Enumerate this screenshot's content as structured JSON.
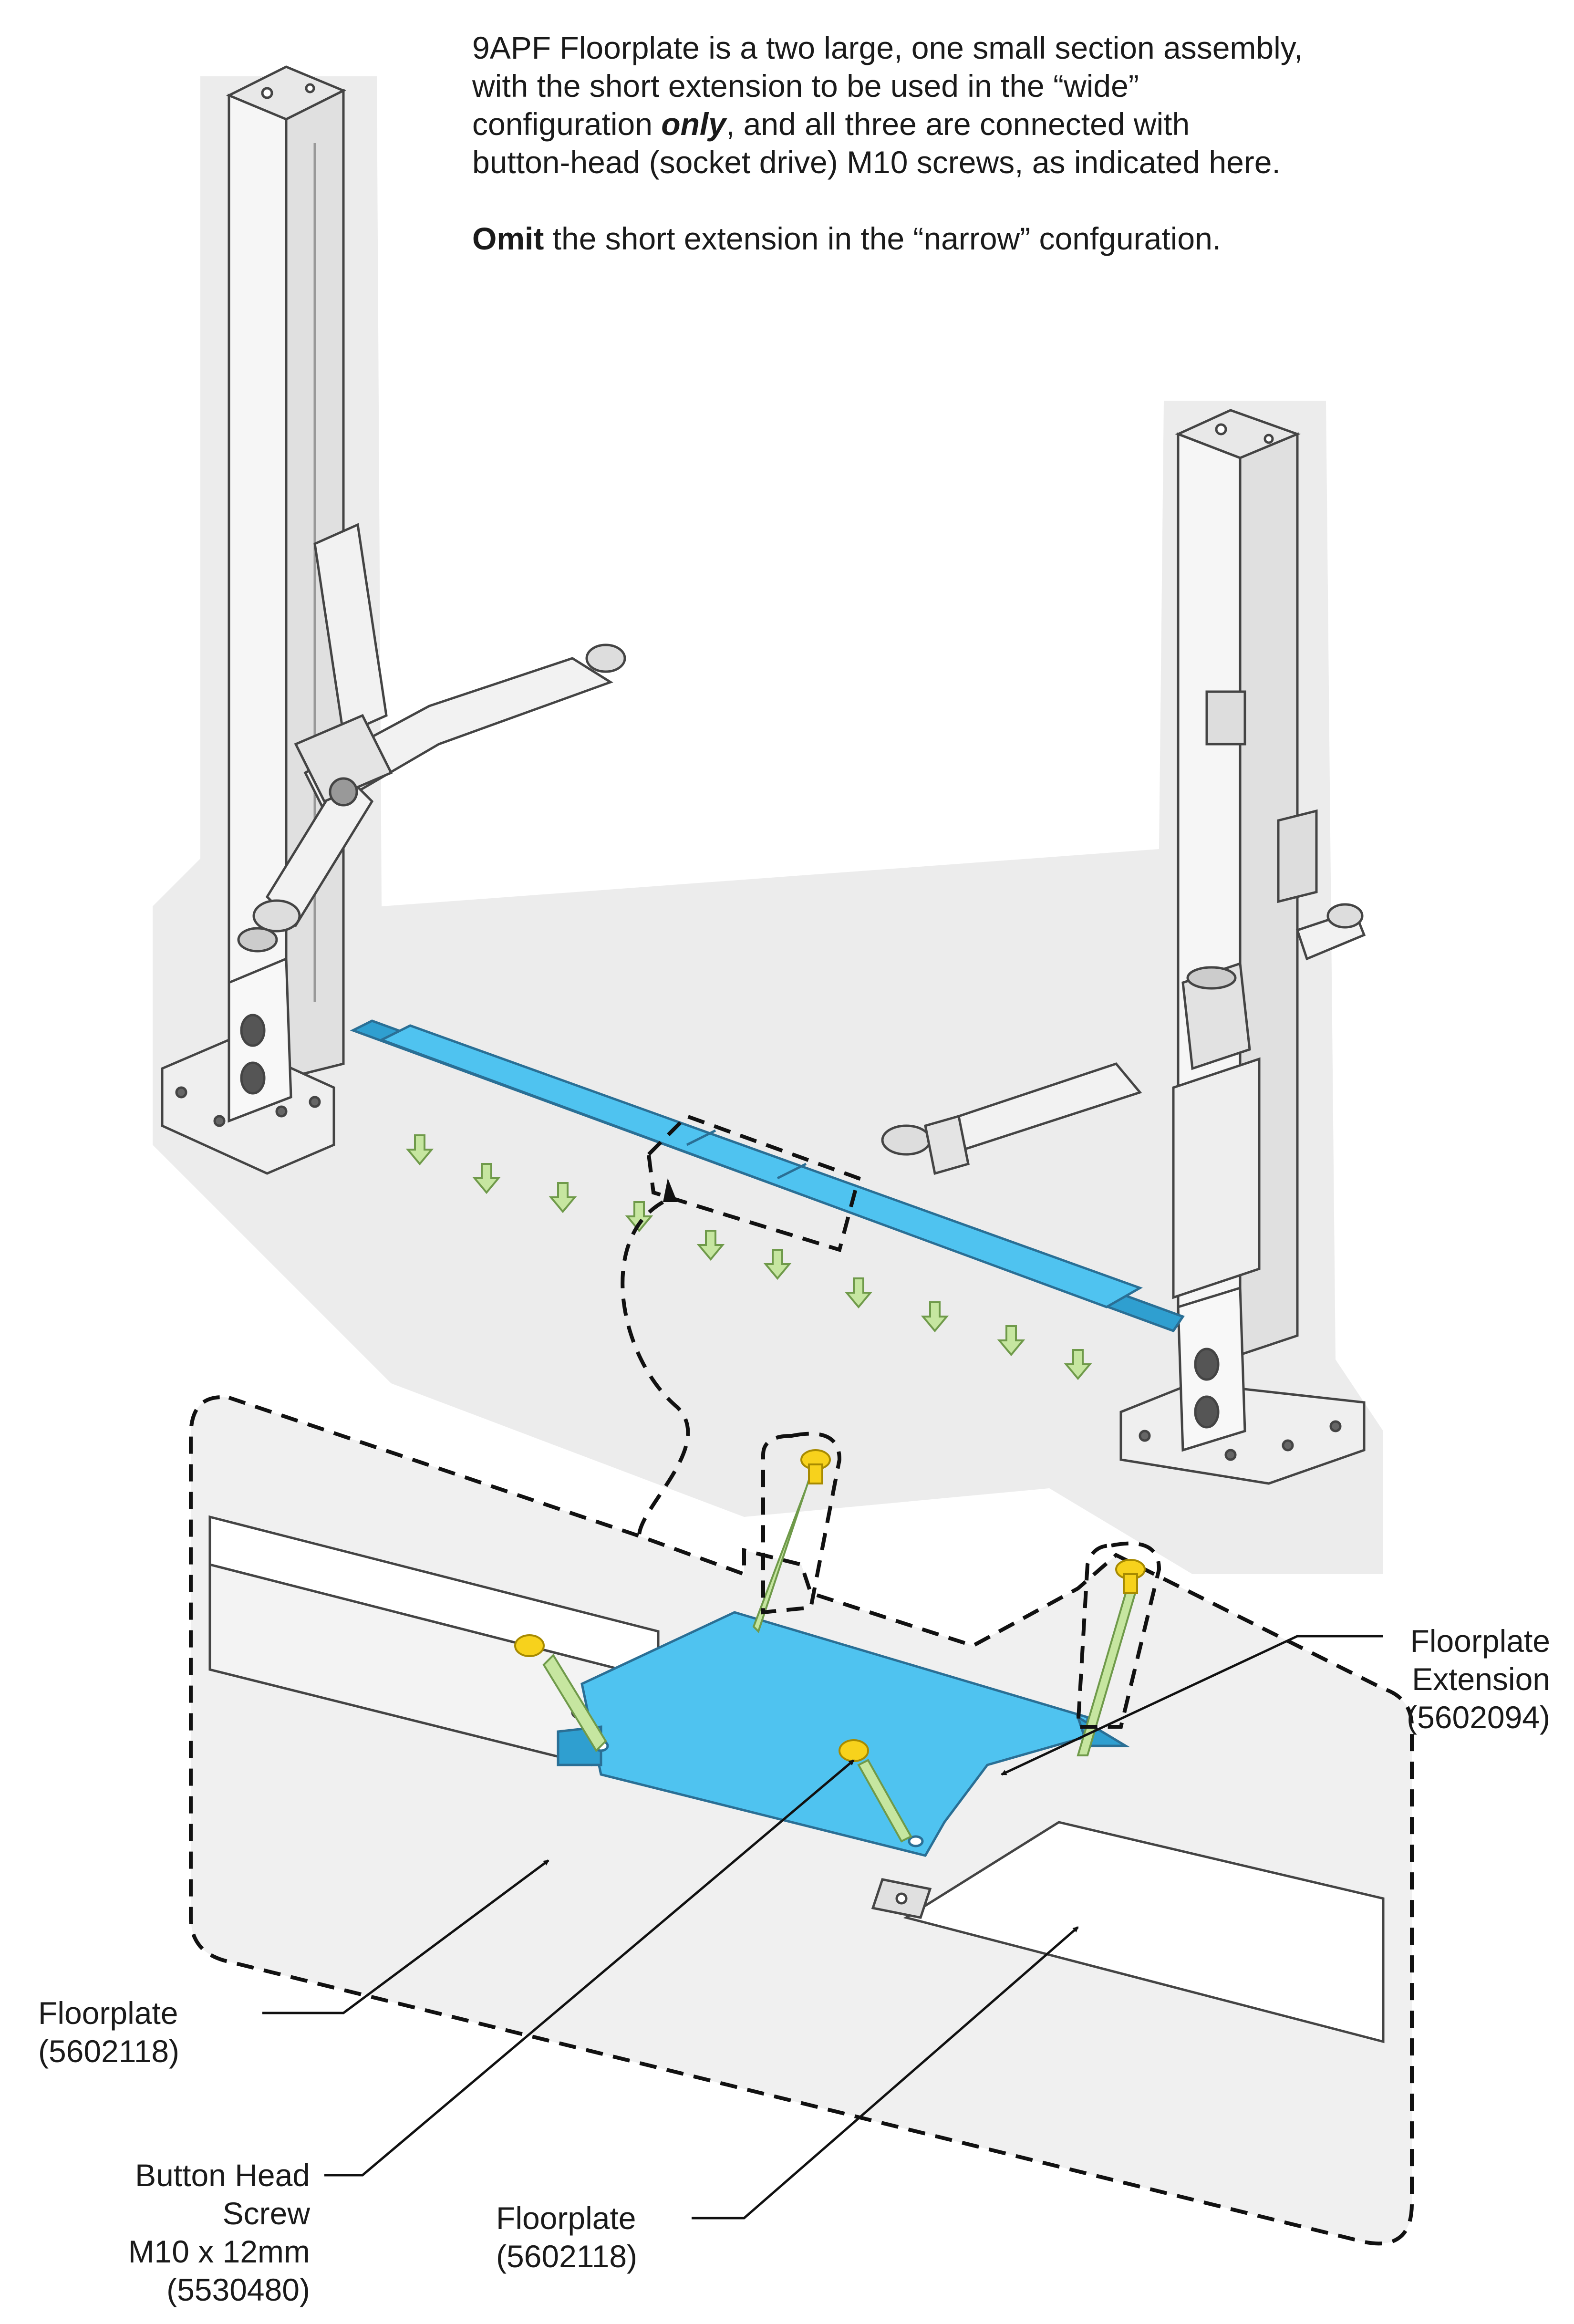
{
  "intro": {
    "line1": "9APF Floorplate is a two large, one small section assembly,",
    "line2": "with the short extension to be used in the “wide”",
    "line3_pre": "configuration ",
    "line3_emph": "only",
    "line3_post": ", and all three are connected with",
    "line4": "button-head (socket drive) M10 screws, as indicated here.",
    "omit_bold": "Omit",
    "omit_rest": " the short extension in the “narrow” confguration."
  },
  "callouts": {
    "floorplate_extension": {
      "name": "Floorplate",
      "name2": "Extension",
      "part": "(5602094)"
    },
    "floorplate_left": {
      "name": "Floorplate",
      "part": "(5602118)"
    },
    "floorplate_center": {
      "name": "Floorplate",
      "part": "(5602118)"
    },
    "button_head_screw": {
      "line1": "Button Head",
      "line2": "Screw",
      "line3": "M10 x 12mm",
      "part": "(5530480)"
    }
  },
  "colors": {
    "floorplate_blue": "#4fc3f0",
    "floorplate_blue_dark": "#2f9fd0",
    "arrow_green": "#c6e6a0",
    "screw_yellow": "#f7d21c",
    "column_gray": "#f2f2f2",
    "outline": "#444444",
    "halo": "#ececec"
  }
}
